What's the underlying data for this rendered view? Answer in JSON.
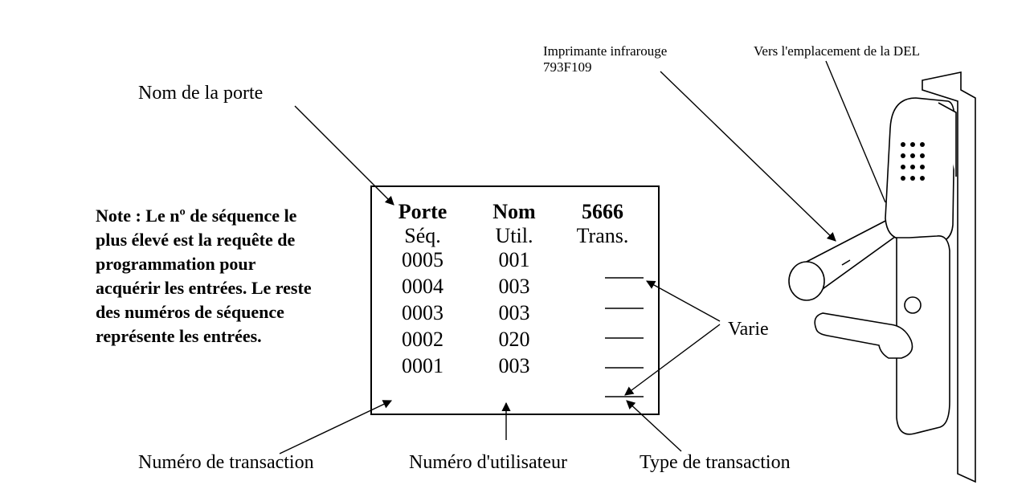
{
  "labels": {
    "door_name": "Nom de la porte",
    "printer_line1": "Imprimante infrarouge",
    "printer_line2": "793F109",
    "led": "Vers l'emplacement de la DEL",
    "varies": "Varie",
    "transaction_number": "Numéro de transaction",
    "user_number": "Numéro d'utilisateur",
    "transaction_type": "Type de transaction"
  },
  "note": {
    "line1": "Note : Le nº de séquence le",
    "line2": "plus élevé est la requête de",
    "line3": "programmation pour",
    "line4": "acquérir les entrées. Le reste",
    "line5": "des numéros de séquence",
    "line6": "représente les entrées."
  },
  "printout": {
    "header": {
      "col1": "Porte",
      "col2": "Nom",
      "col3": "5666"
    },
    "subheader": {
      "col1": "Séq.",
      "col2": "Util.",
      "col3": "Trans."
    },
    "rows": [
      {
        "seq": "0005",
        "user": "001"
      },
      {
        "seq": "0004",
        "user": "003"
      },
      {
        "seq": "0003",
        "user": "003"
      },
      {
        "seq": "0002",
        "user": "020"
      },
      {
        "seq": "0001",
        "user": "003"
      }
    ]
  }
}
